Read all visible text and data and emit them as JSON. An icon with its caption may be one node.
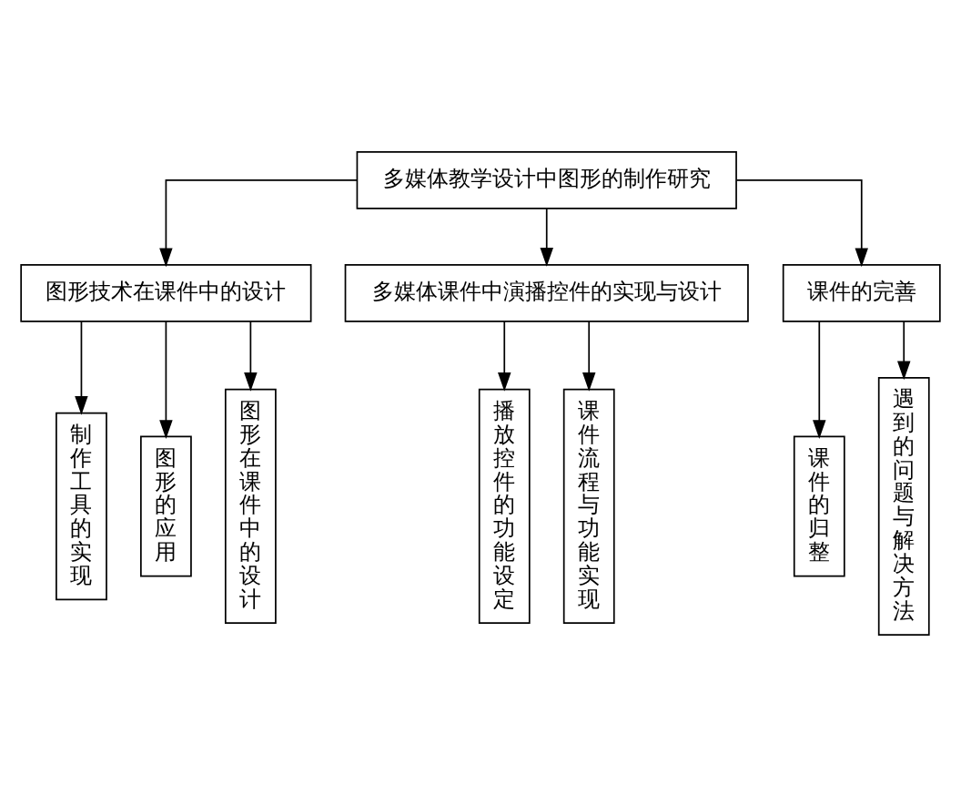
{
  "diagram": {
    "nodes": [
      {
        "text": [
          "多媒体教学设计中图形的制作研究"
        ]
      },
      {
        "text": [
          "图形技术在课件中的设计"
        ]
      },
      {
        "text": [
          "多媒体课件中演播控件的实现与设计"
        ]
      },
      {
        "text": [
          "课件的完善"
        ]
      },
      {
        "text": [
          "制作工具的实现"
        ]
      },
      {
        "text": [
          "图形的应用"
        ]
      },
      {
        "text": [
          "图形在课件中的设计"
        ]
      },
      {
        "text": [
          "播放控件的功能设定"
        ]
      },
      {
        "text": [
          "课件流程与功能实现"
        ]
      },
      {
        "text": [
          "课件的归整"
        ]
      },
      {
        "text": [
          "遇到的问题与解决方法"
        ]
      }
    ],
    "edges": [
      {
        "from": 0,
        "to": 1,
        "arrow": "to"
      },
      {
        "from": 0,
        "to": 2,
        "arrow": "to"
      },
      {
        "from": 0,
        "to": 3,
        "arrow": "to"
      },
      {
        "from": 1,
        "to": 4,
        "arrow": "to"
      },
      {
        "from": 1,
        "to": 5,
        "arrow": "to"
      },
      {
        "from": 1,
        "to": 6,
        "arrow": "to"
      },
      {
        "from": 2,
        "to": 7,
        "arrow": "to"
      },
      {
        "from": 2,
        "to": 8,
        "arrow": "to"
      },
      {
        "from": 3,
        "to": 9,
        "arrow": "to"
      },
      {
        "from": 3,
        "to": 10,
        "arrow": "to"
      }
    ]
  }
}
